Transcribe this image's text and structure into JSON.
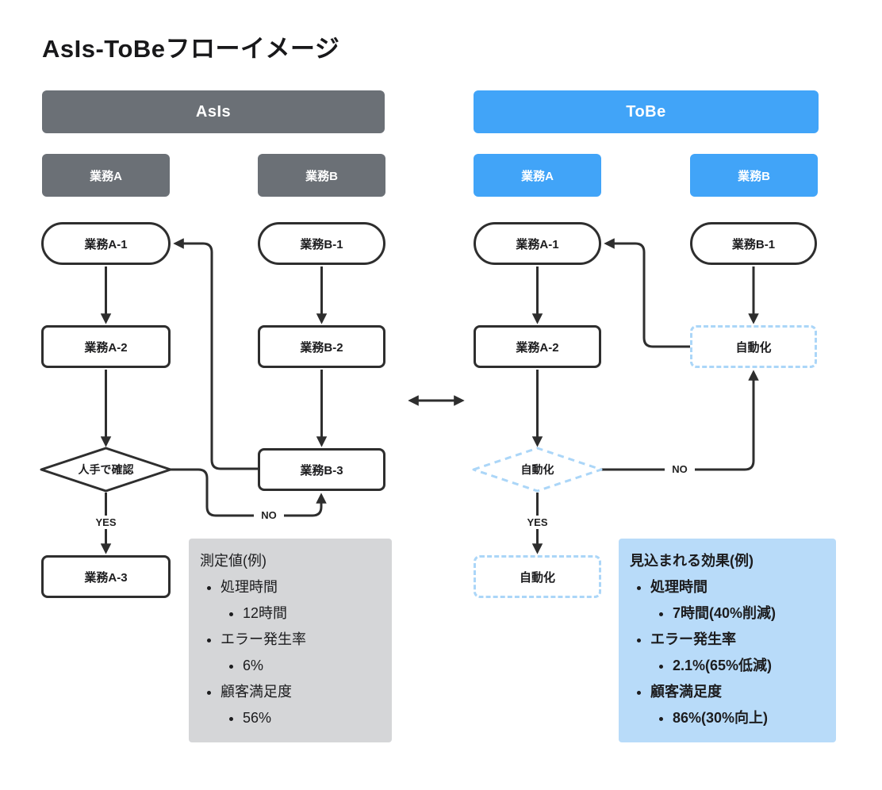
{
  "title": "AsIs-ToBeフローイメージ",
  "colors": {
    "line": "#2e2e2e",
    "asis-gray": "#6b7076",
    "tobe-blue": "#41a4f8",
    "dash-blue": "#abd6f8",
    "panel-gray": "#d5d6d8",
    "panel-blue": "#b8dbf9",
    "text": "#1c1c1e"
  },
  "asis": {
    "header": "AsIs",
    "lanes": {
      "a": "業務A",
      "b": "業務B"
    },
    "nodes": {
      "a1": "業務A-1",
      "a2": "業務A-2",
      "a3": "業務A-3",
      "decision": "人手で確認",
      "b1": "業務B-1",
      "b2": "業務B-2",
      "b3": "業務B-3"
    },
    "labels": {
      "yes": "YES",
      "no": "NO"
    },
    "panel": {
      "title": "測定値(例)",
      "items": [
        {
          "label": "処理時間",
          "value": "12時間"
        },
        {
          "label": "エラー発生率",
          "value": "6%"
        },
        {
          "label": "顧客満足度",
          "value": "56%"
        }
      ]
    }
  },
  "tobe": {
    "header": "ToBe",
    "lanes": {
      "a": "業務A",
      "b": "業務B"
    },
    "nodes": {
      "a1": "業務A-1",
      "a2": "業務A-2",
      "decision": "自動化",
      "auto_yes": "自動化",
      "b1": "業務B-1",
      "auto_b": "自動化"
    },
    "labels": {
      "yes": "YES",
      "no": "NO"
    },
    "panel": {
      "title": "見込まれる効果(例)",
      "items": [
        {
          "label": "処理時間",
          "value": "7時間(40%削減)"
        },
        {
          "label": "エラー発生率",
          "value": "2.1%(65%低減)"
        },
        {
          "label": "顧客満足度",
          "value": "86%(30%向上)"
        }
      ]
    }
  }
}
